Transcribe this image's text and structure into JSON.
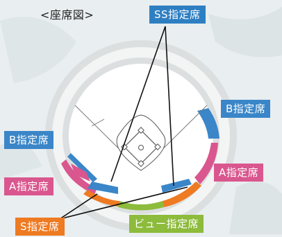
{
  "title": "<座席図>",
  "labels": {
    "ss": "SS指定席",
    "b_right": "B指定席",
    "b_left": "B指定席",
    "a_right": "A指定席",
    "a_left": "A指定席",
    "s": "S指定席",
    "view": "ビュー指定席"
  },
  "colors": {
    "ss": "#2e7fc2",
    "b": "#3a86c8",
    "a": "#d9578e",
    "s": "#ee7a22",
    "view": "#8dbb3b"
  }
}
